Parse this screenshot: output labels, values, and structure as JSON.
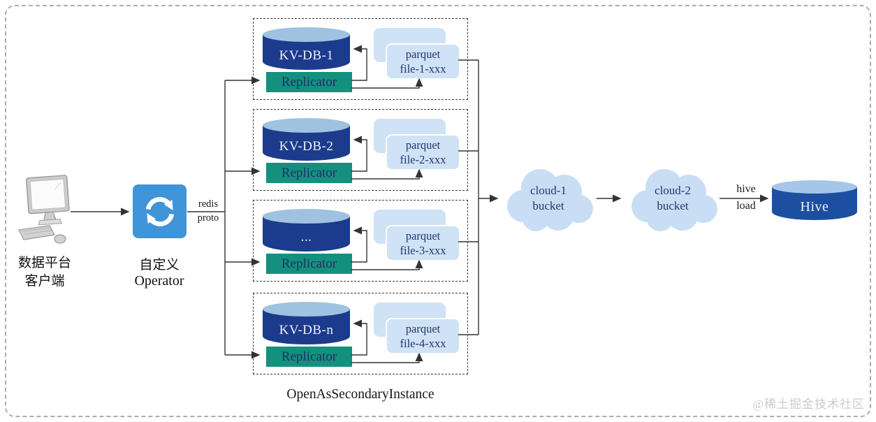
{
  "diagram": {
    "client": {
      "label_line1": "数据平台",
      "label_line2": "客户端"
    },
    "operator": {
      "label_line1": "自定义",
      "label_line2": "Operator"
    },
    "operator_edge": {
      "line1": "redis",
      "line2": "proto"
    },
    "instances": [
      {
        "db_label": "KV-DB-1",
        "replicator_label": "Replicator",
        "parquet_line1": "parquet",
        "parquet_line2": "file-1-xxx"
      },
      {
        "db_label": "KV-DB-2",
        "replicator_label": "Replicator",
        "parquet_line1": "parquet",
        "parquet_line2": "file-2-xxx"
      },
      {
        "db_label": "...",
        "replicator_label": "Replicator",
        "parquet_line1": "parquet",
        "parquet_line2": "file-3-xxx"
      },
      {
        "db_label": "KV-DB-n",
        "replicator_label": "Replicator",
        "parquet_line1": "parquet",
        "parquet_line2": "file-4-xxx"
      }
    ],
    "group_caption": "OpenAsSecondaryInstance",
    "cloud1": {
      "line1": "cloud-1",
      "line2": "bucket"
    },
    "cloud2": {
      "line1": "cloud-2",
      "line2": "bucket"
    },
    "hive_edge": {
      "line1": "hive",
      "line2": "load"
    },
    "hive": {
      "label": "Hive"
    }
  },
  "watermark": "@稀土掘金技术社区",
  "colors": {
    "db_body": "#1c3b8c",
    "db_top": "#9fc2e0",
    "replicator": "#13907e",
    "replicator_text": "#1d3166",
    "parquet": "#cfe2f6",
    "cloud": "#c9def4",
    "operator": "#4094d8",
    "hive_body": "#1d4fa0",
    "hive_top": "#a5c6e8",
    "line": "#333333"
  }
}
